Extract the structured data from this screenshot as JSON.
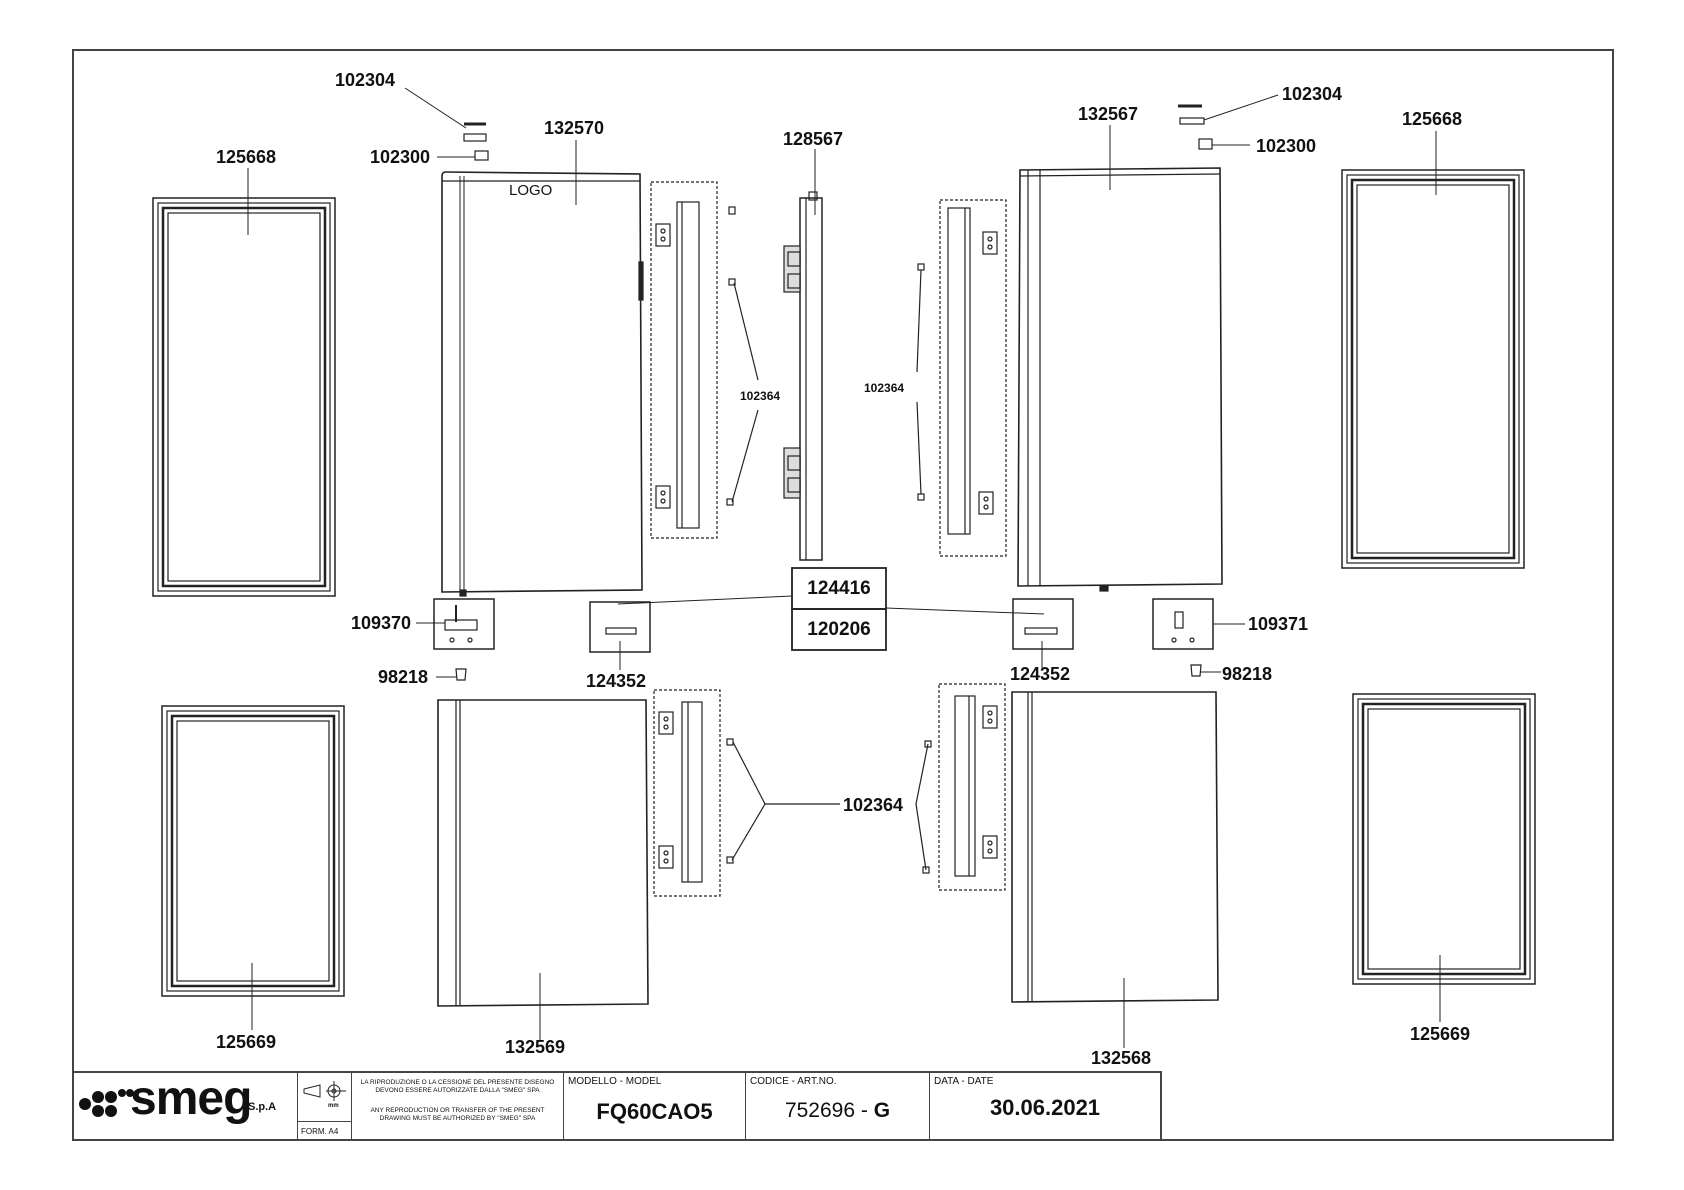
{
  "labels": {
    "p102304_left": "102304",
    "p102300_left": "102300",
    "p132570": "132570",
    "p128567": "128567",
    "p132567": "132567",
    "p102304_right": "102304",
    "p102300_right": "102300",
    "p125668_left": "125668",
    "p125668_right": "125668",
    "p102364_top_left": "102364",
    "p102364_top_right": "102364",
    "p124416": "124416",
    "p120206": "120206",
    "p109370": "109370",
    "p109371": "109371",
    "p124352_left": "124352",
    "p124352_right": "124352",
    "p98218_left": "98218",
    "p98218_right": "98218",
    "p102364_bottom": "102364",
    "p125669_left": "125669",
    "p125669_right": "125669",
    "p132569": "132569",
    "p132568": "132568",
    "logo": "LOGO"
  },
  "title_block": {
    "brand": "smeg",
    "brand_suffix": "S.p.A",
    "unit": "mm",
    "format": "FORM. A4",
    "notice_it": "LA RIPRODUZIONE O LA CESSIONE DEL PRESENTE DISEGNO DEVONO ESSERE AUTORIZZATE DALLA \"SMEG\" SPA",
    "notice_en": "ANY REPRODUCTION OR TRANSFER OF THE PRESENT DRAWING MUST BE AUTHORIZED BY \"SMEG\" SPA",
    "model_caption": "MODELLO - MODEL",
    "model_value": "FQ60CAO5",
    "code_caption": "CODICE - ART.NO.",
    "code_value": "752696",
    "code_separator": " - ",
    "code_revision": "G",
    "date_caption": "DATA - DATE",
    "date_value": "30.06.2021"
  }
}
